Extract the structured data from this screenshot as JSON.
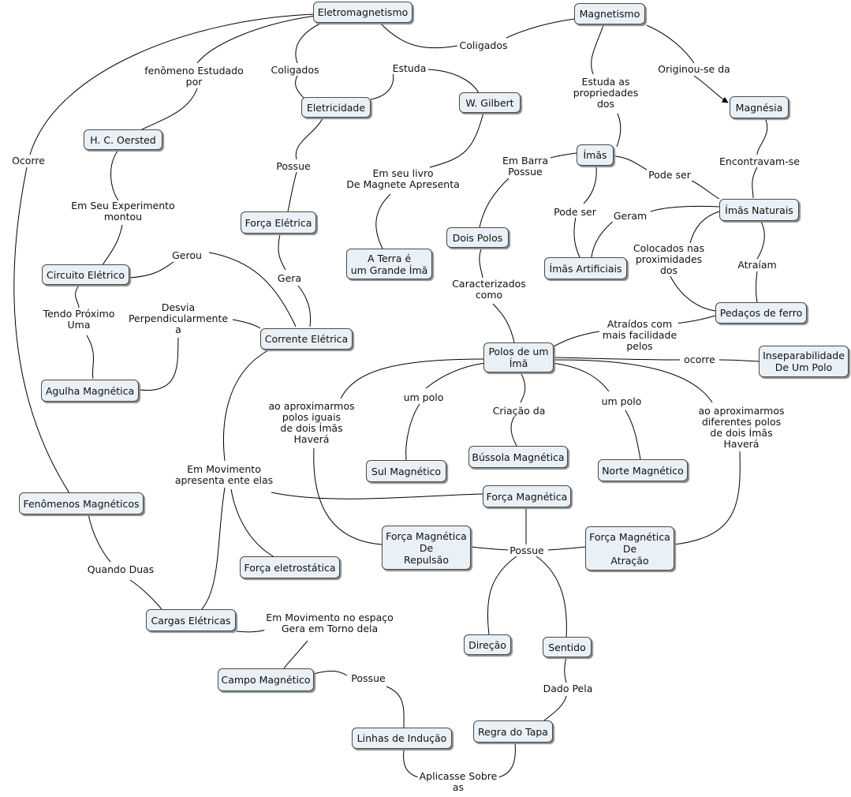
{
  "concepts": {
    "eletromagnetismo": "Eletromagnetismo",
    "magnetismo": "Magnetismo",
    "magnesia": "Magnésia",
    "eletricidade": "Eletricidade",
    "gilbert": "W. Gilbert",
    "oersted": "H. C. Oersted",
    "imas": "Ímãs",
    "imas_naturais": "Ímãs Naturais",
    "forca_eletrica": "Força Elétrica",
    "dois_polos": "Dois Polos",
    "terra": "A Terra é\num Grande Ímã",
    "imas_artificiais": "Ímãs Artificiais",
    "circuito": "Circuito Elétrico",
    "pedacos_ferro": "Pedaços de ferro",
    "corrente": "Corrente Elétrica",
    "polos_ima": "Polos de um\nÍmã",
    "inseparabilidade": "Inseparabilidade\nDe Um Polo",
    "agulha": "Agulha Magnética",
    "sul": "Sul Magnético",
    "bussola": "Bússola Magnética",
    "norte": "Norte Magnético",
    "fenomenos": "Fenômenos Magnéticos",
    "forca_magnetica": "Força Magnética",
    "forca_repulsao": "Força Magnética\nDe\nRepulsão",
    "forca_atracao": "Força Magnética\nDe\nAtração",
    "forca_eletrostatica": "Força eletrostática",
    "cargas": "Cargas Elétricas",
    "direcao": "Direção",
    "sentido": "Sentido",
    "campo": "Campo Magnético",
    "linhas": "Linhas de Indução",
    "regra_tapa": "Regra do Tapa"
  },
  "links": {
    "ocorre_left": "Ocorre",
    "fenomeno_estudado": "fenômeno Estudado\npor",
    "coligados_1": "Coligados",
    "estuda": "Estuda",
    "coligados_2": "Coligados",
    "estuda_propriedades": "Estuda as\npropriedades\ndos",
    "originou": "Originou-se da",
    "encontravam": "Encontravam-se",
    "possue_1": "Possue",
    "em_barra": "Em Barra\nPossue",
    "pode_ser_1": "Pode ser",
    "pode_ser_2": "Pode ser",
    "geram": "Geram",
    "em_seu_livro": "Em seu livro\nDe Magnete Apresenta",
    "em_seu_experimento": "Em Seu Experimento\nmontou",
    "colocados": "Colocados nas\nproximidades\ndos",
    "atraiam": "Atraíam",
    "gerou": "Gerou",
    "gera": "Gera",
    "tendo_proximo": "Tendo Próximo\nUma",
    "desvia": "Desvia\nPerpendicularmente\na",
    "caracterizados": "Caracterizados\ncomo",
    "atraidos": "Atraídos com\nmais facilidade\npelos",
    "ocorre_right": "ocorre",
    "ao_aproximarmos_iguais": "ao aproximarmos\npolos iguais\nde dois Ímãs\nHaverá",
    "um_polo_1": "um polo",
    "criacao": "Criação da",
    "um_polo_2": "um polo",
    "ao_aproximarmos_diferentes": "ao aproximarmos\ndiferentes polos\nde dois Ímãs\nHaverá",
    "em_movimento": "Em Movimento\napresenta ente elas",
    "quando_duas": "Quando Duas",
    "possue_2": "Possue",
    "em_movimento_espaco": "Em Movimento no espaço\nGera em Torno dela",
    "dado_pela": "Dado Pela",
    "possue_3": "Possue",
    "aplicasse": "Aplicasse Sobre\nas"
  },
  "colors": {
    "node_fill": "#e9f1f6",
    "node_border": "#4a4a4a",
    "link_line": "#000000"
  }
}
